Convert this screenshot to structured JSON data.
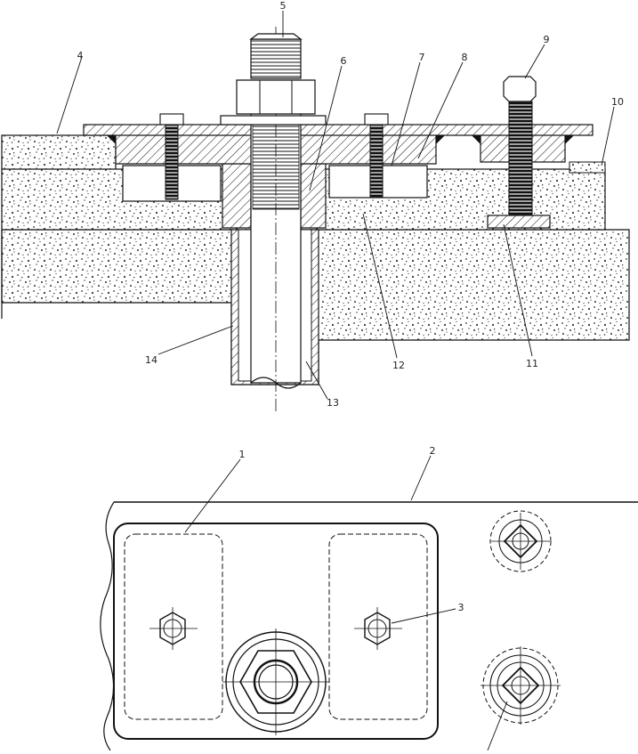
{
  "callouts": {
    "c1": "1",
    "c2": "2",
    "c3": "3",
    "c4": "4",
    "c5": "5",
    "c6": "6",
    "c7": "7",
    "c8": "8",
    "c9": "9",
    "c10": "10",
    "c11": "11",
    "c12": "12",
    "c13": "13",
    "c14": "14"
  },
  "colors": {
    "line": "#111111",
    "concrete_dots": "#333333",
    "background": "#ffffff"
  }
}
